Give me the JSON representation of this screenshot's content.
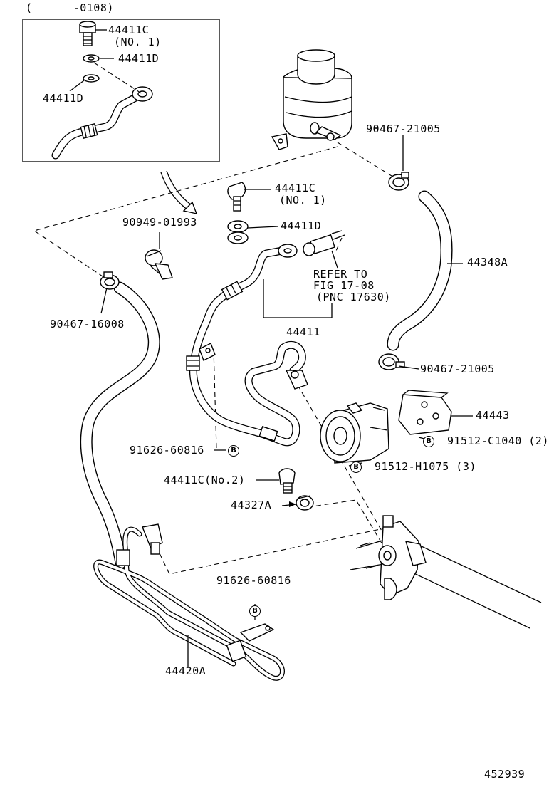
{
  "diagram": {
    "inset_range": "(      -0108)",
    "figure_number": "452939",
    "labels": {
      "inset_44411C": "44411C",
      "inset_no1": "(NO. 1)",
      "inset_44411D_right": "44411D",
      "inset_44411D_left": "44411D",
      "bolt_44411C": "44411C",
      "bolt_no1": "(NO. 1)",
      "washer_44411D": "44411D",
      "clamp_90949": "90949-01993",
      "clamp_90467_16008": "90467-16008",
      "clamp_90467_21005_top": "90467-21005",
      "hose_44348A": "44348A",
      "refer_line1": "REFER TO",
      "refer_line2": "FIG 17-08",
      "refer_line3": "(PNC 17630)",
      "tube_44411": "44411",
      "clamp_90467_21005_mid": "90467-21005",
      "bracket_44443": "44443",
      "bolt_91512_C1040": "91512-C1040 (2)",
      "bolt_91626_left": "91626-60816",
      "bolt_91512_H1075": "91512-H1075 (3)",
      "bolt_44411C_no2": "44411C(No.2)",
      "clip_44327A": "44327A",
      "bolt_91626_bottom": "91626-60816",
      "tube_44420A": "44420A"
    },
    "bolt_marker": "B"
  }
}
